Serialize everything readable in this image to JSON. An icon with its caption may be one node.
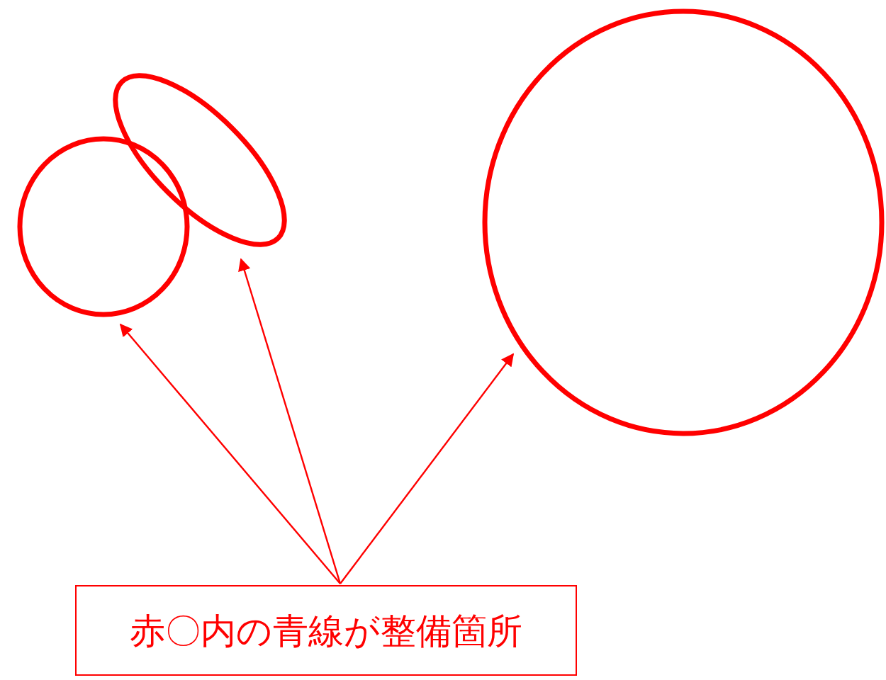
{
  "diagram": {
    "nodes": [
      {
        "text": [
          "赤〇内の青線が整備箇所"
        ]
      },
      {
        "text": [],
        "shape": "circle"
      },
      {
        "text": [],
        "shape": "ellipse"
      },
      {
        "text": [],
        "shape": "circle"
      }
    ],
    "edges": [
      {
        "from": 0,
        "to": 1,
        "arrow": "to"
      },
      {
        "from": 0,
        "to": 2,
        "arrow": "to"
      },
      {
        "from": 0,
        "to": 3,
        "arrow": "to"
      }
    ]
  }
}
